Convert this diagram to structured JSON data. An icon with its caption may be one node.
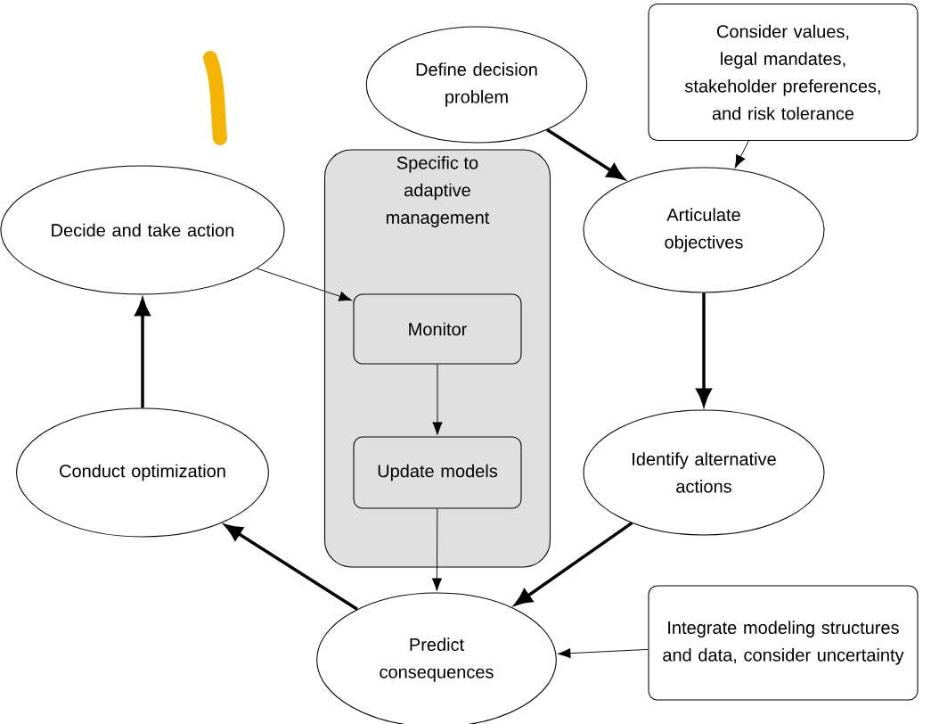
{
  "diagram": {
    "nodes": [
      {
        "text": [
          "Define decision problem"
        ]
      },
      {
        "text": [
          "Consider values, legal mandates, stakeholder preferences, and risk tolerance"
        ]
      },
      {
        "text": [
          "Specific to adaptive management"
        ]
      },
      {
        "text": [
          "Monitor"
        ],
        "in": 2
      },
      {
        "text": [
          "Update models"
        ],
        "in": 2
      },
      {
        "text": [
          "Decide and take action"
        ]
      },
      {
        "text": [
          "Articulate objectives"
        ]
      },
      {
        "text": [
          "Identify alternative actions"
        ]
      },
      {
        "text": [
          "Conduct optimization"
        ]
      },
      {
        "text": [
          "Predict consequences"
        ]
      },
      {
        "text": [
          "Integrate modeling structures and data, consider uncertainty"
        ]
      }
    ],
    "edges": [
      {
        "from": 0,
        "to": 6,
        "arrow": "to",
        "style": "thick"
      },
      {
        "from": 1,
        "to": 6,
        "arrow": "to"
      },
      {
        "from": 5,
        "to": 3,
        "arrow": "to"
      },
      {
        "from": 3,
        "to": 4,
        "arrow": "to"
      },
      {
        "from": 4,
        "to": 9,
        "arrow": "to"
      },
      {
        "from": 6,
        "to": 7,
        "arrow": "to",
        "style": "thick"
      },
      {
        "from": 7,
        "to": 9,
        "arrow": "to",
        "style": "thick"
      },
      {
        "from": 10,
        "to": 9,
        "arrow": "to"
      },
      {
        "from": 9,
        "to": 8,
        "arrow": "to",
        "style": "thick"
      },
      {
        "from": 8,
        "to": 5,
        "arrow": "to",
        "style": "thick"
      }
    ]
  }
}
